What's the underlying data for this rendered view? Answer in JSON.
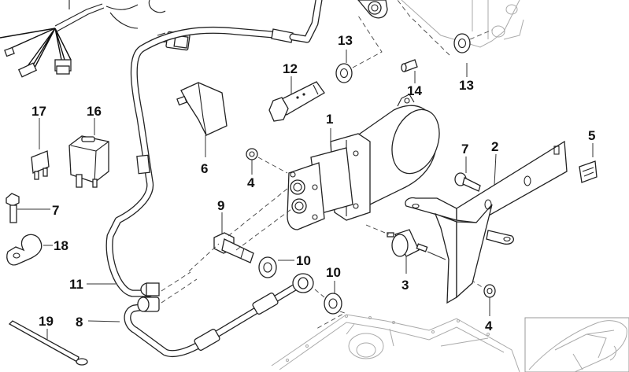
{
  "diagram": {
    "title": "Hydraulic pump / compressor assembly parts diagram",
    "callouts": [
      {
        "id": "1",
        "label": "1",
        "part": "pump-assembly"
      },
      {
        "id": "2",
        "label": "2",
        "part": "mounting-bracket"
      },
      {
        "id": "3",
        "label": "3",
        "part": "rubber-mount"
      },
      {
        "id": "4a",
        "label": "4",
        "part": "nut"
      },
      {
        "id": "4b",
        "label": "4",
        "part": "nut"
      },
      {
        "id": "5",
        "label": "5",
        "part": "clip-nut"
      },
      {
        "id": "6",
        "label": "6",
        "part": "holder"
      },
      {
        "id": "7a",
        "label": "7",
        "part": "bolt"
      },
      {
        "id": "7b",
        "label": "7",
        "part": "bolt"
      },
      {
        "id": "8",
        "label": "8",
        "part": "pressure-line"
      },
      {
        "id": "9",
        "label": "9",
        "part": "banjo-bolt"
      },
      {
        "id": "10a",
        "label": "10",
        "part": "seal-ring"
      },
      {
        "id": "10b",
        "label": "10",
        "part": "seal-ring"
      },
      {
        "id": "11",
        "label": "11",
        "part": "return-line"
      },
      {
        "id": "12",
        "label": "12",
        "part": "hollow-bolt"
      },
      {
        "id": "13a",
        "label": "13",
        "part": "seal-ring"
      },
      {
        "id": "13b",
        "label": "13",
        "part": "seal-ring"
      },
      {
        "id": "14",
        "label": "14",
        "part": "filter-screen"
      },
      {
        "id": "16",
        "label": "16",
        "part": "relay"
      },
      {
        "id": "17",
        "label": "17",
        "part": "fuse"
      },
      {
        "id": "18",
        "label": "18",
        "part": "cable-clamp"
      },
      {
        "id": "19",
        "label": "19",
        "part": "cable-tie"
      }
    ],
    "thumbnail": {
      "label": "vehicle-silhouette"
    }
  }
}
